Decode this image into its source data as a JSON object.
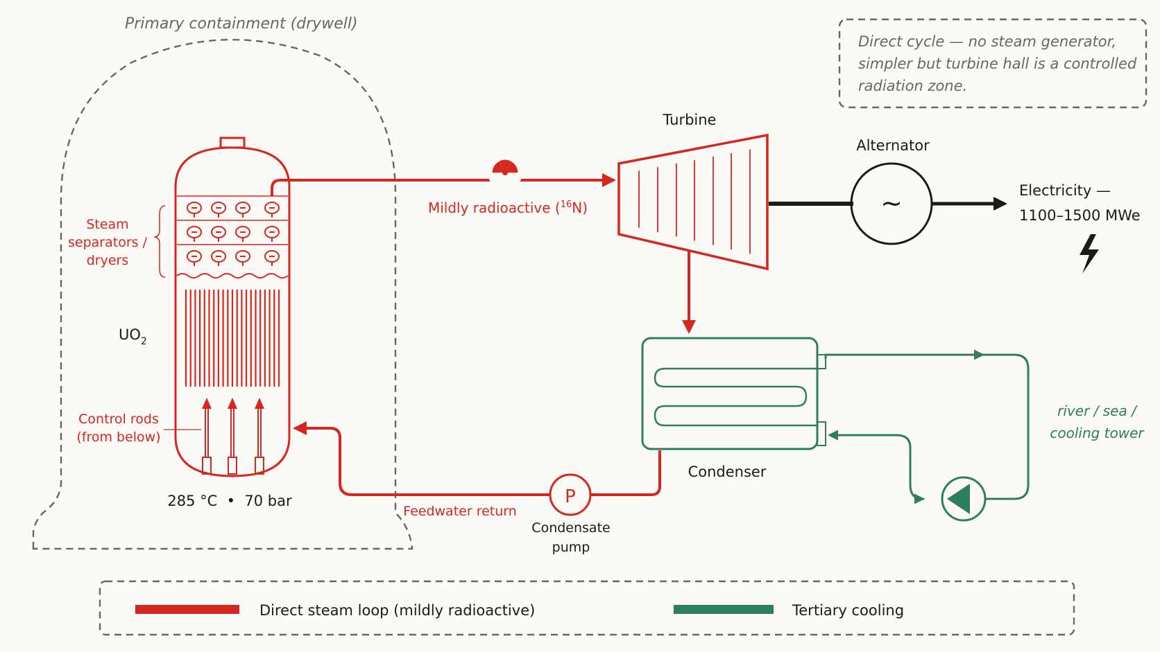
{
  "containment": {
    "title": "Primary containment (drywell)"
  },
  "note": {
    "line1": "Direct cycle — no steam generator,",
    "line2": "simpler but turbine hall is a controlled",
    "line3": "radiation zone."
  },
  "reactor": {
    "separators_line1": "Steam",
    "separators_line2": "separators /",
    "separators_line3": "dryers",
    "fuel_label": "UO",
    "fuel_subscript": "2",
    "control_rods_line1": "Control rods",
    "control_rods_line2": "(from below)",
    "conditions": "285 °C  •  70 bar"
  },
  "steam_line": {
    "label_prefix": "Mildly radioactive (",
    "label_superscript": "16",
    "label_suffix": "N)"
  },
  "turbine": {
    "label": "Turbine"
  },
  "alternator": {
    "label": "Alternator",
    "symbol": "~"
  },
  "electricity": {
    "line1": "Electricity —",
    "line2": "1100–1500 MWe"
  },
  "condenser": {
    "label": "Condenser"
  },
  "pump": {
    "symbol": "P",
    "label_line1": "Condensate",
    "label_line2": "pump"
  },
  "feedwater": {
    "label": "Feedwater return"
  },
  "cooling": {
    "line1": "river / sea /",
    "line2": "cooling tower"
  },
  "legend": {
    "items": [
      {
        "label": "Direct steam loop (mildly radioactive)",
        "color": "#d62620"
      },
      {
        "label": "Tertiary cooling",
        "color": "#2e7d5b"
      }
    ]
  },
  "colors": {
    "steam_loop": "#d62620",
    "cooling_loop": "#2e7d5b",
    "electric": "#1a1a1a"
  }
}
